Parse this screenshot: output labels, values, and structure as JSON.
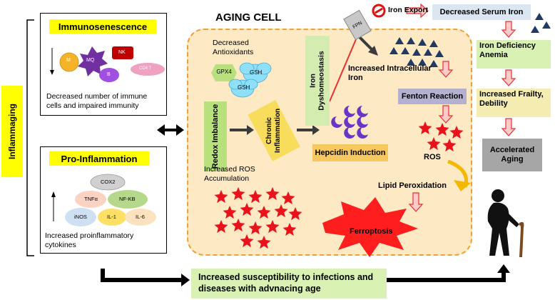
{
  "title": "AGING CELL",
  "inflammaging": "Inflammaging",
  "immunosenescence": {
    "title": "Immunosenescence",
    "cells": [
      "M",
      "MQ",
      "NK",
      "B",
      "CD4 T"
    ],
    "caption": "Decreased number of immune cells and impaired immunity"
  },
  "pro_inflammation": {
    "title": "Pro-Inflammation",
    "cytokines": [
      "COX2",
      "TNFα",
      "NF-KB",
      "iNOS",
      "IL-1",
      "IL-6"
    ],
    "caption": "Increased proinflammatory cytokines"
  },
  "cell": {
    "decreased_antioxidants": "Decreased Antioxidants",
    "gpx4": "GPX4",
    "gsh": "GSH",
    "redox_imbalance": "Redox Imbalance",
    "chronic_inflammation": "Chronic Inflammation",
    "increased_ros_accumulation": "Increased ROS Accumulation",
    "iron_dyshomeostasis": "Iron Dyshomeostasis",
    "fpn": "FPN",
    "hepcidin_induction": "Hepcidin Induction",
    "increased_intracellular_iron": "Increased Intracellular Iron",
    "fenton_reaction": "Fenton Reaction",
    "ros": "ROS",
    "lipid_peroxidation": "Lipid Peroxidation",
    "ferroptosis": "Ferroptosis"
  },
  "iron_export": "Iron Export",
  "right_chain": {
    "decreased_serum_iron": "Decreased Serum Iron",
    "iron_deficiency_anemia": "Iron Deficiency Anemia",
    "increased_frailty": "Increased Frailty, Debility",
    "accelerated_aging": "Accelerated Aging"
  },
  "bottom_box": "Increased susceptibility to infections and diseases with advnacing age",
  "colors": {
    "yellow_label": "#ffff00",
    "cell_fill": "#fde9c4",
    "cell_border": "#f0a030",
    "green_box": "#d9f2b4",
    "grey_box": "#a6a6a6",
    "blue_box": "#dce6f2",
    "fenton_box": "#b4b0d0",
    "hepcidin_box": "#f8c860",
    "red_arrow": "#e83030",
    "ros_red": "#e8141c",
    "iron_triangle": "#1f3a64",
    "hepcidin_purple": "#6a34c8"
  }
}
